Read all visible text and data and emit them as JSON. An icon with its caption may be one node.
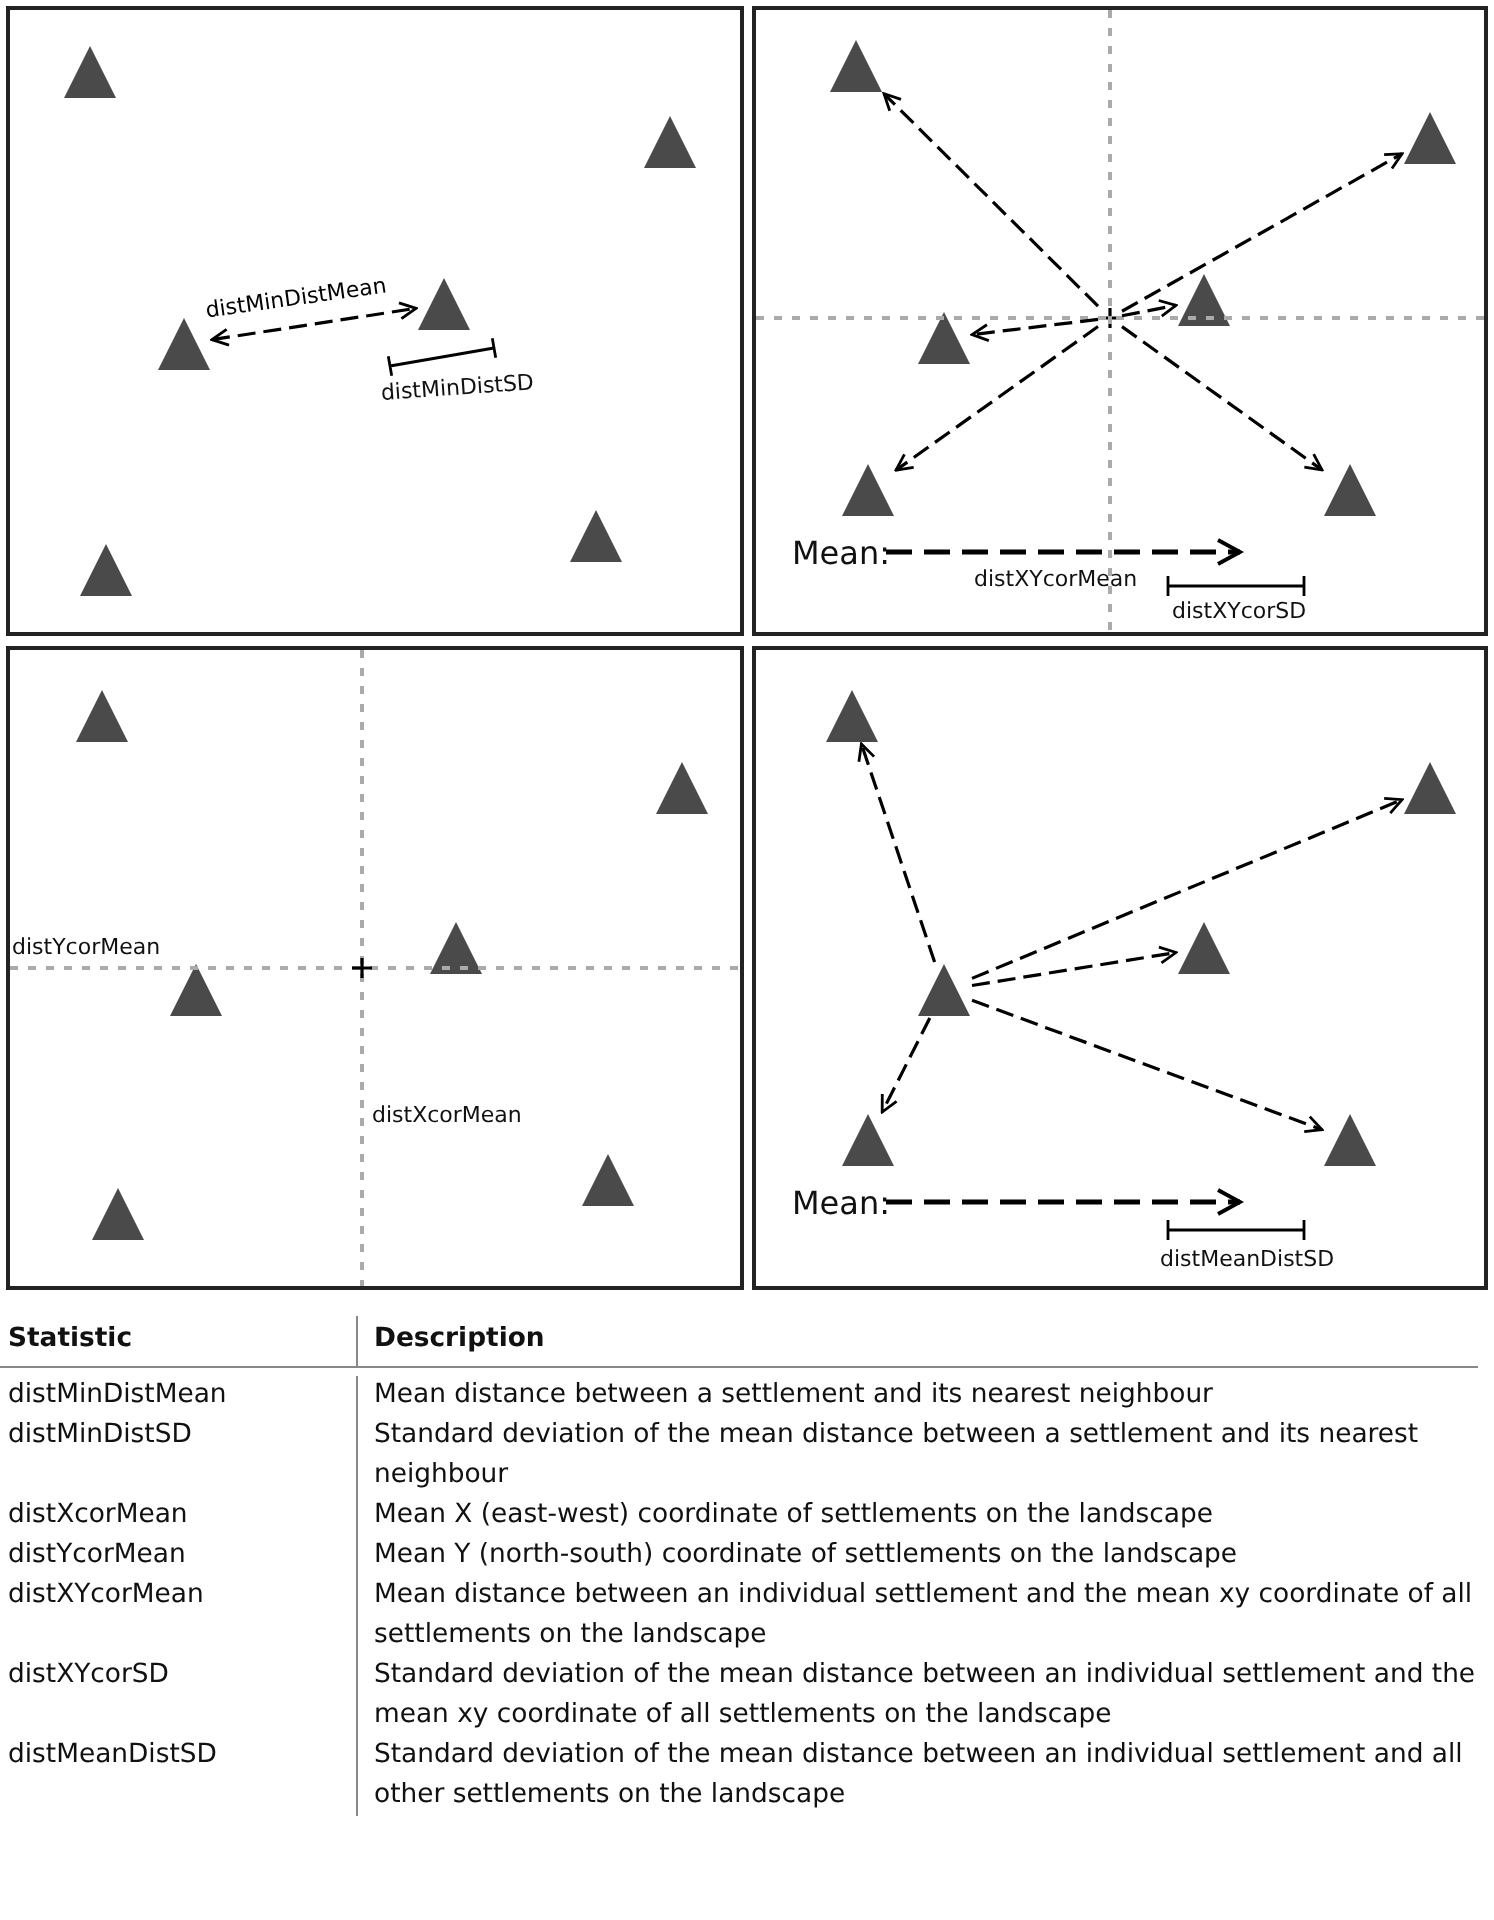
{
  "diagram": {
    "nodes": [
      {
        "text": [],
        "shape": "box"
      },
      {
        "text": [],
        "shape": "triangle",
        "in": 0
      },
      {
        "text": [],
        "shape": "triangle",
        "in": 0
      },
      {
        "text": [],
        "shape": "triangle",
        "in": 0
      },
      {
        "text": [],
        "shape": "triangle",
        "in": 0
      },
      {
        "text": [],
        "shape": "triangle",
        "in": 0
      },
      {
        "text": [],
        "shape": "triangle",
        "in": 0
      },
      {
        "text": [],
        "shape": "box"
      },
      {
        "text": [],
        "shape": "triangle",
        "in": 7
      },
      {
        "text": [],
        "shape": "triangle",
        "in": 7
      },
      {
        "text": [],
        "shape": "triangle",
        "in": 7
      },
      {
        "text": [],
        "shape": "triangle",
        "in": 7
      },
      {
        "text": [],
        "shape": "triangle",
        "in": 7
      },
      {
        "text": [],
        "shape": "triangle",
        "in": 7
      },
      {
        "text": [],
        "shape": "cross",
        "in": 7
      },
      {
        "text": [],
        "shape": "box"
      },
      {
        "text": [],
        "shape": "triangle",
        "in": 15
      },
      {
        "text": [],
        "shape": "triangle",
        "in": 15
      },
      {
        "text": [],
        "shape": "triangle",
        "in": 15
      },
      {
        "text": [],
        "shape": "triangle",
        "in": 15
      },
      {
        "text": [],
        "shape": "triangle",
        "in": 15
      },
      {
        "text": [],
        "shape": "triangle",
        "in": 15
      },
      {
        "text": [],
        "shape": "box"
      },
      {
        "text": [],
        "shape": "triangle",
        "in": 22
      },
      {
        "text": [],
        "shape": "triangle",
        "in": 22
      },
      {
        "text": [],
        "shape": "triangle",
        "in": 22
      },
      {
        "text": [],
        "shape": "triangle",
        "in": 22
      },
      {
        "text": [],
        "shape": "triangle",
        "in": 22
      },
      {
        "text": [],
        "shape": "triangle",
        "in": 22
      }
    ],
    "edges": [
      {
        "from": 4,
        "to": 3,
        "arrow": "both",
        "style": "dashed",
        "label": "distMinDistMean"
      },
      {
        "from": 14,
        "to": 8,
        "arrow": "to",
        "style": "dashed"
      },
      {
        "from": 14,
        "to": 9,
        "arrow": "to",
        "style": "dashed"
      },
      {
        "from": 14,
        "to": 10,
        "arrow": "to",
        "style": "dashed"
      },
      {
        "from": 14,
        "to": 11,
        "arrow": "to",
        "style": "dashed"
      },
      {
        "from": 14,
        "to": 12,
        "arrow": "to",
        "style": "dashed"
      },
      {
        "from": 14,
        "to": 13,
        "arrow": "to",
        "style": "dashed"
      },
      {
        "from": 26,
        "to": 23,
        "arrow": "to",
        "style": "dashed"
      },
      {
        "from": 26,
        "to": 24,
        "arrow": "to",
        "style": "dashed"
      },
      {
        "from": 26,
        "to": 25,
        "arrow": "to",
        "style": "dashed"
      },
      {
        "from": 26,
        "to": 27,
        "arrow": "to",
        "style": "dashed"
      },
      {
        "from": 26,
        "to": 28,
        "arrow": "to",
        "style": "dashed"
      }
    ],
    "labels": [
      "distMinDistSD",
      "Mean:",
      "distXYcorMean",
      "distXYcorSD",
      "distYcorMean",
      "distXcorMean",
      "Mean:",
      "distMeanDistSD",
      "Statistic",
      "Description",
      "distMinDistMean",
      "Mean distance between a settlement and its nearest neighbour",
      "distMinDistSD",
      "Standard deviation of the mean distance between a settlement and its nearest neighbour",
      "distXcorMean",
      "Mean X (east-west) coordinate of settlements on the landscape",
      "distYcorMean",
      "Mean Y (north-south) coordinate of settlements on the landscape",
      "distXYcorMean",
      "Mean distance between an individual settlement and the mean xy coordinate of all settlements on the landscape",
      "distXYcorSD",
      "Standard deviation of the mean distance between an individual settlement and the mean xy coordinate of all settlements on the landscape",
      "distMeanDistSD",
      "Standard deviation of the mean distance between an individual settlement and all other settlements on the landscape"
    ]
  }
}
